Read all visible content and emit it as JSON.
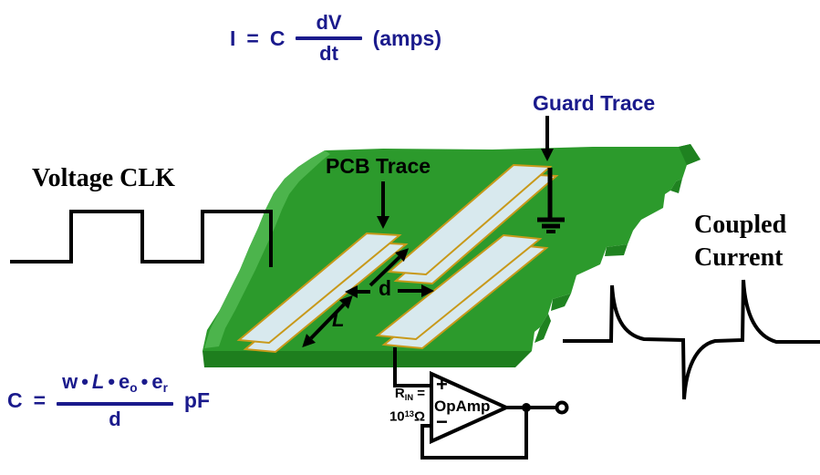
{
  "formulas": {
    "current": {
      "lhs": "I",
      "eq": "=",
      "coef": "C",
      "numerator": "dV",
      "denominator": "dt",
      "unit": "(amps)"
    },
    "capacitance": {
      "lhs": "C",
      "eq": "=",
      "num_w": "w",
      "dot": "•",
      "num_l": "L",
      "num_e": "e",
      "sub_o": "o",
      "sub_r": "r",
      "denominator": "d",
      "unit": "pF"
    }
  },
  "labels": {
    "voltage_clk": "Voltage CLK",
    "coupled_line1": "Coupled",
    "coupled_line2": "Current",
    "guard_trace": "Guard Trace",
    "pcb_trace": "PCB Trace",
    "dim_d": "d",
    "dim_len": "L"
  },
  "opamp": {
    "plus": "+",
    "minus": "−",
    "name": "OpAmp",
    "rin_symbol": "R",
    "rin_sub": "IN",
    "rin_equals": " =",
    "rin_mantissa": "10",
    "rin_exponent": "13",
    "rin_unit": "Ω"
  },
  "colors": {
    "formula_navy": "#1A1A8C",
    "board_green": "#2C9A2C",
    "board_highlight": "#4CB44C",
    "board_edge_dark": "#1E7E1E",
    "board_facet_dark": "#1F8220",
    "trace_fill": "#D8E9EE",
    "trace_outline": "#C8991A",
    "ink_black": "#000000"
  }
}
